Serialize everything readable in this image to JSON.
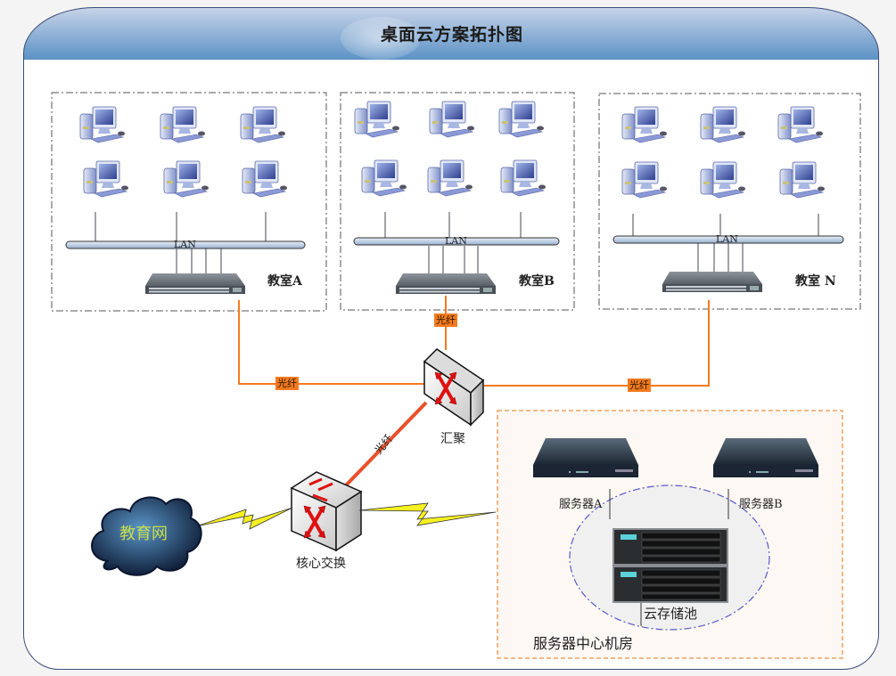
{
  "title": "桌面云方案拓扑图",
  "classrooms": [
    {
      "label": "教室A",
      "lan_label": "LAN",
      "pc_count": 6
    },
    {
      "label": "教室B",
      "lan_label": "LAN",
      "pc_count": 6
    },
    {
      "label": "教室 N",
      "lan_label": "LAN",
      "pc_count": 6
    }
  ],
  "links": {
    "fiber_label": "光纤"
  },
  "aggregation_switch": {
    "label": "汇聚"
  },
  "core_switch": {
    "label": "核心交换"
  },
  "edu_network": {
    "label": "教育网"
  },
  "server_room": {
    "label": "服务器中心机房",
    "servers": [
      {
        "label": "服务器A"
      },
      {
        "label": "服务器B"
      }
    ],
    "storage_pool": {
      "label": "云存储池"
    }
  },
  "colors": {
    "fiber": "#f47a20",
    "header_top": "#c7d3e8",
    "header_bottom": "#5b92c5",
    "border": "#3b4d7a",
    "wireless_bolt": "#f5f020",
    "storage_ellipse": "#5a5ac8",
    "server_room_border": "#f0a060"
  }
}
